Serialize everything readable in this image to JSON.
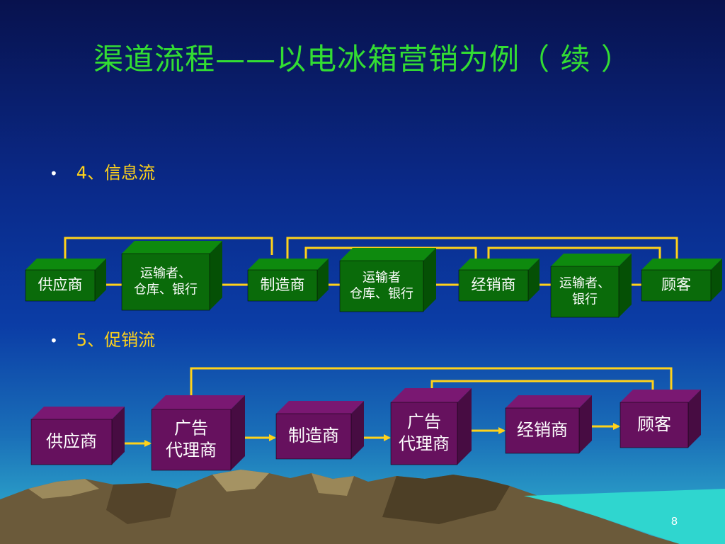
{
  "slide": {
    "title": "渠道流程——以电冰箱营销为例（ 续 ）",
    "page_number": "8"
  },
  "colors": {
    "title": "#33dd33",
    "bullet_text": "#ffd21a",
    "arrow": "#ffd21a",
    "green_box_front": "#0a6b0a",
    "green_box_side": "#055005",
    "purple_box_front": "#66115e",
    "purple_box_side": "#470c42"
  },
  "sections": [
    {
      "bullet": "4、信息流",
      "boxes": [
        "供应商",
        "运输者、\n仓库、银行",
        "制造商",
        "运输者\n仓库、银行",
        "经销商",
        "运输者、\n银行",
        "顾客"
      ]
    },
    {
      "bullet": "5、促销流",
      "boxes": [
        "供应商",
        "广告\n代理商",
        "制造商",
        "广告\n代理商",
        "经销商",
        "顾客"
      ]
    }
  ]
}
